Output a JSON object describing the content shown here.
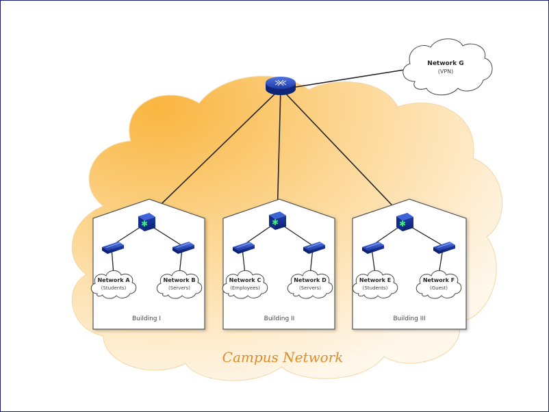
{
  "campus": {
    "label": "Campus Network"
  },
  "vpn": {
    "title": "Network G",
    "subtitle": "(VPN)"
  },
  "buildings": [
    {
      "label": "Building I",
      "networks": [
        {
          "title": "Network A",
          "subtitle": "(Students)"
        },
        {
          "title": "Network B",
          "subtitle": "(Servers)"
        }
      ]
    },
    {
      "label": "Building II",
      "networks": [
        {
          "title": "Network C",
          "subtitle": "(Employees)"
        },
        {
          "title": "Network D",
          "subtitle": "(Servers)"
        }
      ]
    },
    {
      "label": "Building III",
      "networks": [
        {
          "title": "Network E",
          "subtitle": "(Students)"
        },
        {
          "title": "Network F",
          "subtitle": "(Guest)"
        }
      ]
    }
  ],
  "colors": {
    "cloud": "#fcd79a",
    "device": "#1f3fb0",
    "frame": "#1a1a7a"
  }
}
